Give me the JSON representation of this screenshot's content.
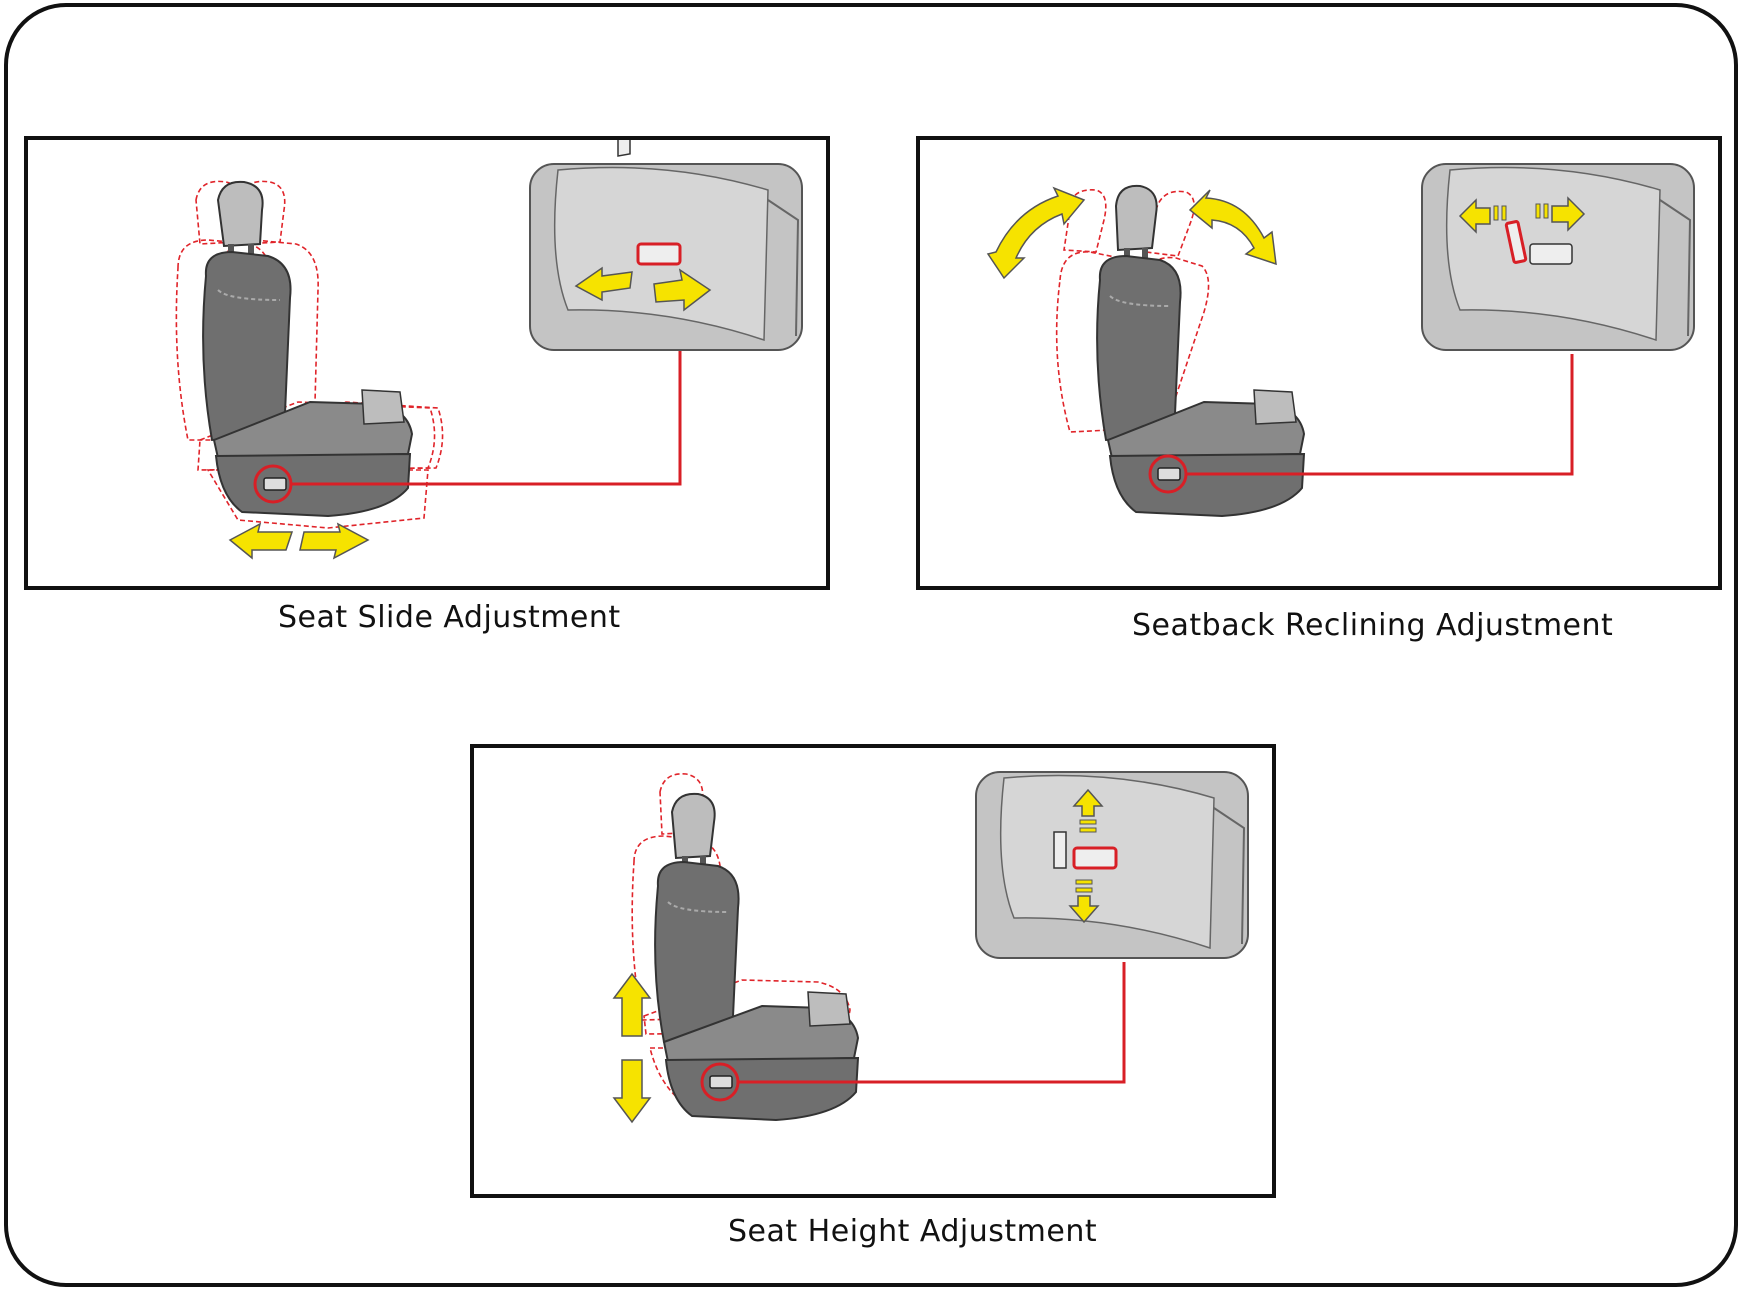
{
  "figures": [
    {
      "id": "slide",
      "caption": "Seat Slide Adjustment"
    },
    {
      "id": "recline",
      "caption": "Seatback Reclining Adjustment"
    },
    {
      "id": "height",
      "caption": "Seat Height Adjustment"
    }
  ],
  "colors": {
    "frame": "#111111",
    "seat_dark": "#6f6f6f",
    "seat_light": "#bdbdbd",
    "ghost_outline": "#e0242a",
    "callout": "#d81f26",
    "arrow_fill": "#f6e300",
    "inset_bg": "#c4c4c4"
  }
}
